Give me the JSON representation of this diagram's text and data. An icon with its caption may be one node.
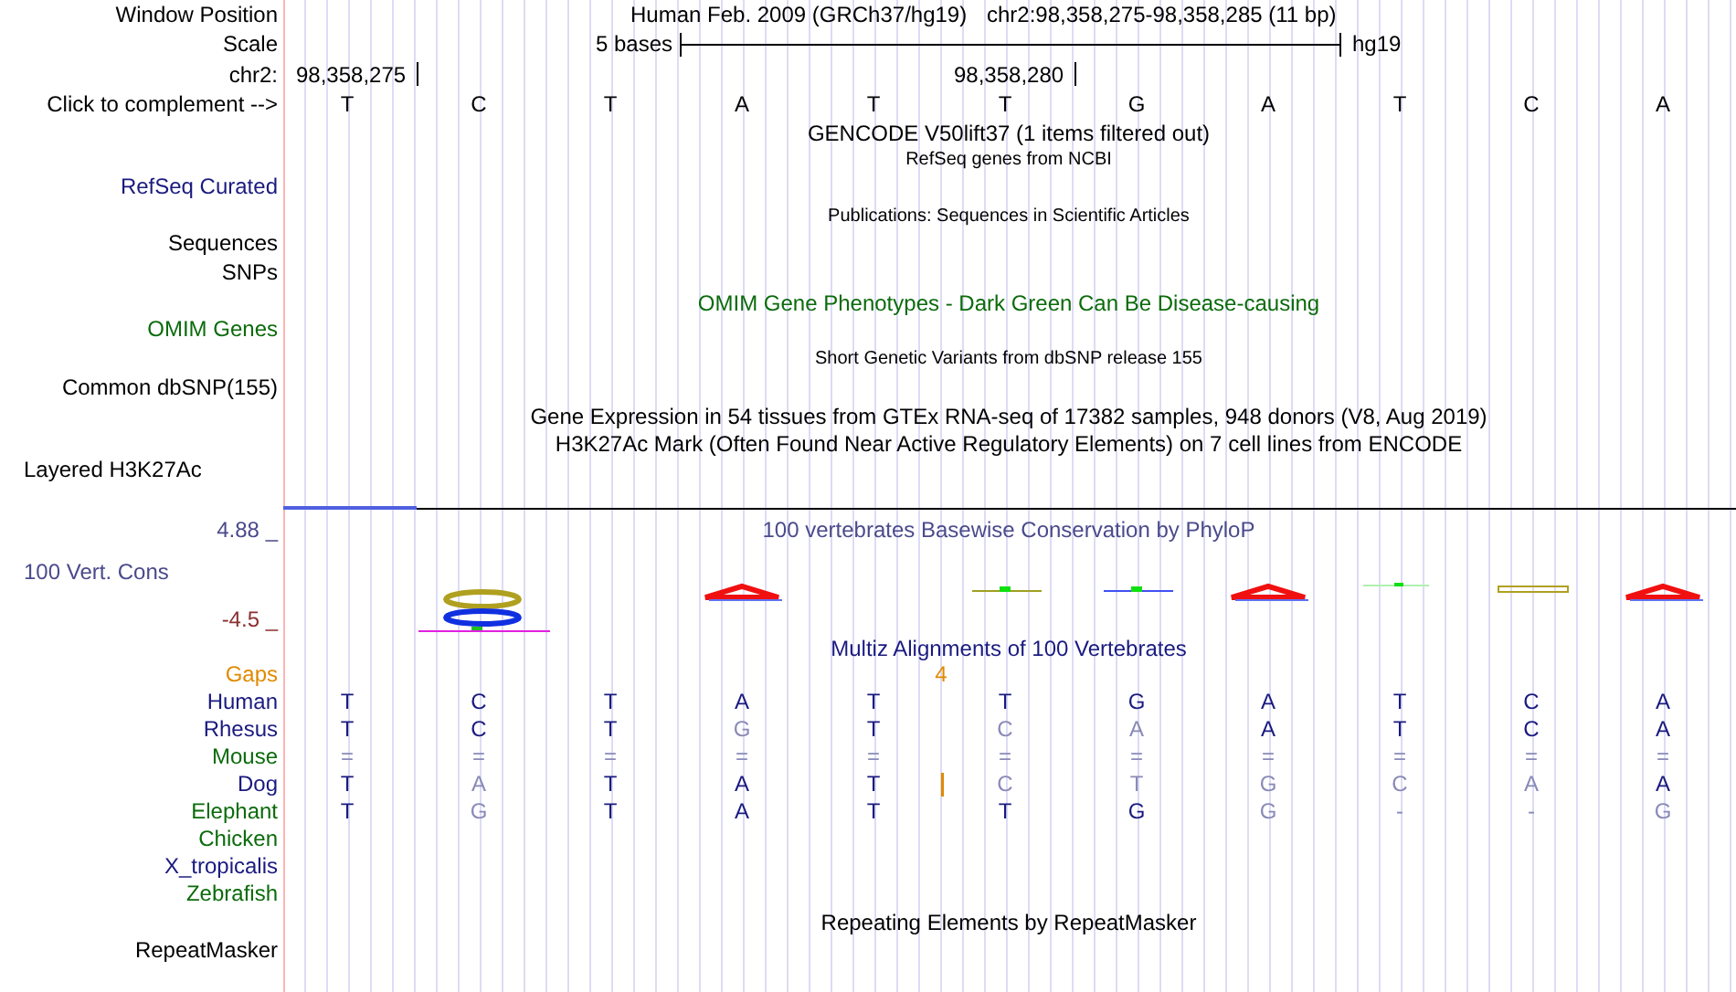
{
  "diagram": {
    "labels": [
      "Window Position",
      "Human Feb. 2009 (GRCh37/hg19)",
      "chr2:98,358,275-98,358,285 (11 bp)",
      "Scale",
      "5 bases",
      "hg19",
      "chr2:",
      "98,358,275",
      "98,358,280",
      "Click to complement -->",
      "T",
      "C",
      "T",
      "A",
      "T",
      "T",
      "G",
      "A",
      "T",
      "C",
      "A",
      "GENCODE V50lift37 (1 items filtered out)",
      "RefSeq genes from NCBI",
      "RefSeq Curated",
      "Publications: Sequences in Scientific Articles",
      "Sequences",
      "SNPs",
      "OMIM Gene Phenotypes - Dark Green Can Be Disease-causing",
      "OMIM Genes",
      "Short Genetic Variants from dbSNP release 155",
      "Common dbSNP(155)",
      "Gene Expression in 54 tissues from GTEx RNA-seq of 17382 samples, 948 donors (V8, Aug 2019)",
      "H3K27Ac Mark (Often Found Near Active Regulatory Elements) on 7 cell lines from ENCODE",
      "Layered H3K27Ac",
      "4.88 _",
      "100 vertebrates Basewise Conservation by PhyloP",
      "100 Vert. Cons",
      "-4.5 _",
      "Multiz Alignments of 100 Vertebrates",
      "Gaps",
      "4",
      "Human",
      "T",
      "C",
      "T",
      "A",
      "T",
      "T",
      "G",
      "A",
      "T",
      "C",
      "A",
      "Rhesus",
      "T",
      "C",
      "T",
      "G",
      "T",
      "C",
      "A",
      "A",
      "T",
      "C",
      "A",
      "Mouse",
      "=",
      "=",
      "=",
      "=",
      "=",
      "=",
      "=",
      "=",
      "=",
      "=",
      "=",
      "Dog",
      "T",
      "A",
      "T",
      "A",
      "T",
      "C",
      "T",
      "G",
      "C",
      "A",
      "A",
      "Elephant",
      "T",
      "G",
      "T",
      "A",
      "T",
      "T",
      "G",
      "G",
      "-",
      "-",
      "G",
      "Chicken",
      "X_tropicalis",
      "Zebrafish",
      "Repeating Elements by RepeatMasker",
      "RepeatMasker"
    ]
  }
}
